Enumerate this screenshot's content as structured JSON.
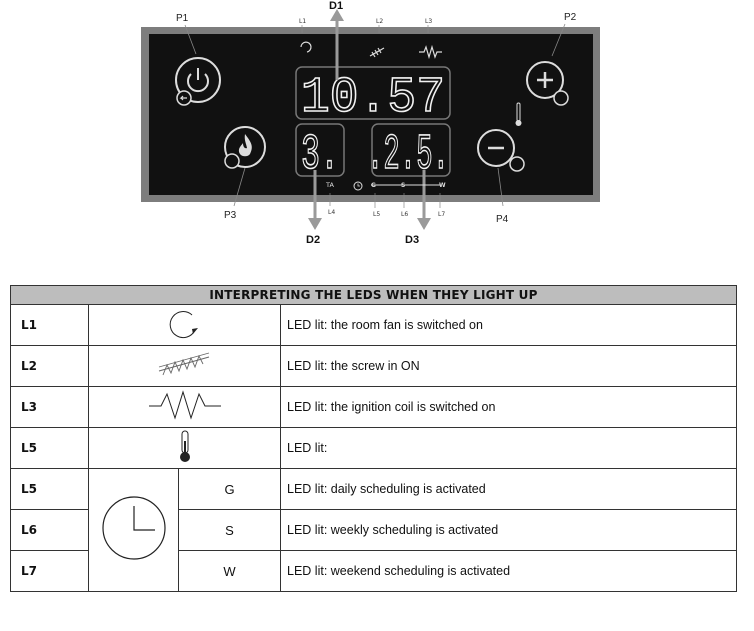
{
  "panel": {
    "display_top": "10.57",
    "display_left": "3.",
    "display_right": ".2.5.",
    "labels": {
      "P1": "P1",
      "P2": "P2",
      "P3": "P3",
      "P4": "P4",
      "D1": "D1",
      "D2": "D2",
      "D3": "D3",
      "L1": "L1",
      "L2": "L2",
      "L3": "L3",
      "L4": "L4",
      "L5": "L5",
      "L6": "L6",
      "L7": "L7",
      "TA": "TA",
      "G": "G",
      "S": "S",
      "W": "W"
    }
  },
  "table": {
    "title": "INTERPRETING THE LEDS WHEN THEY LIGHT UP",
    "rows": [
      {
        "code": "L1",
        "icon": "fan-rotation-icon",
        "desc": "LED lit: the room fan is switched on"
      },
      {
        "code": "L2",
        "icon": "screw-icon",
        "desc": "LED lit: the screw in ON"
      },
      {
        "code": "L3",
        "icon": "ignition-coil-icon",
        "desc": "LED lit: the ignition coil is switched on"
      },
      {
        "code": "L5",
        "icon": "thermometer-icon",
        "desc": "LED lit:"
      },
      {
        "code": "L5",
        "icon": "clock-icon",
        "mode": "G",
        "desc": "LED lit: daily scheduling is activated"
      },
      {
        "code": "L6",
        "mode": "S",
        "desc": "LED lit: weekly scheduling is activated"
      },
      {
        "code": "L7",
        "mode": "W",
        "desc": "LED lit: weekend scheduling is activated"
      }
    ]
  },
  "colors": {
    "panel": "#111111",
    "frame": "#7d7d7d",
    "header": "#bdbdbd"
  }
}
